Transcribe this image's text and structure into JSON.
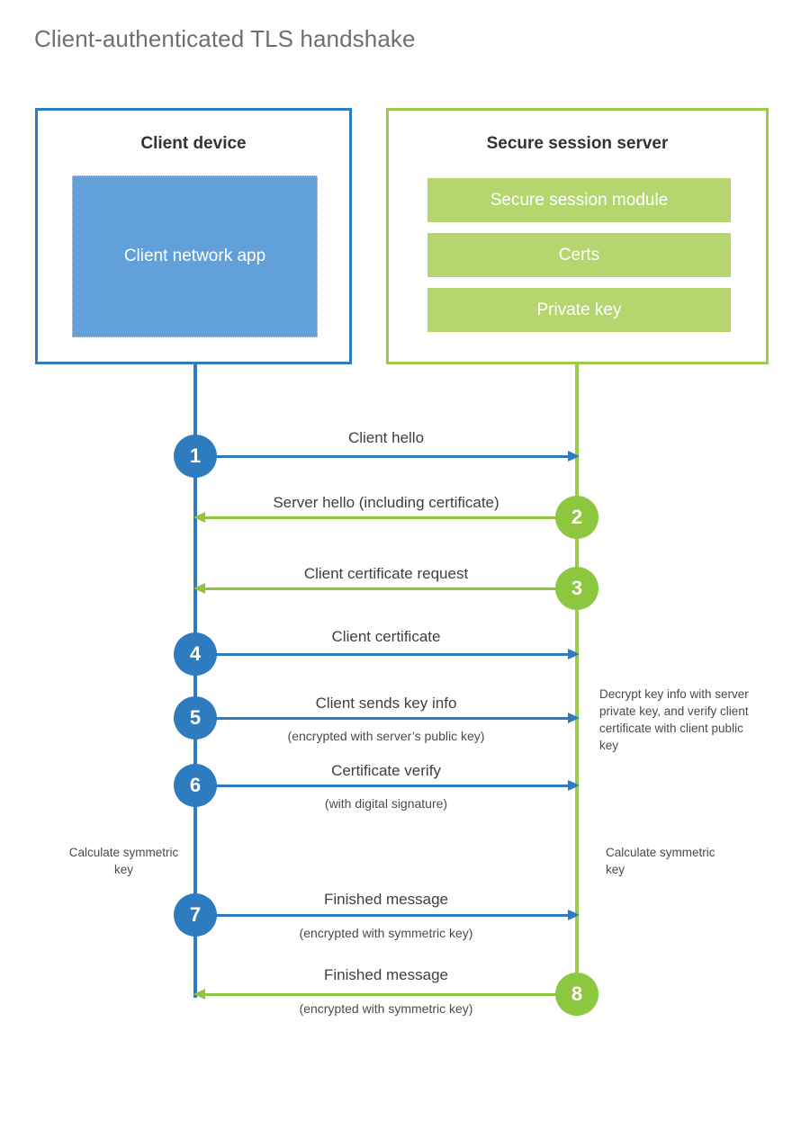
{
  "diagram": {
    "title": "Client-authenticated TLS handshake",
    "type": "sequence-diagram"
  },
  "colors": {
    "client_blue": "#2E7CBF",
    "client_app_fill": "#61A0D8",
    "server_green": "#9CCB4B",
    "server_arrow_green": "#8DC63F",
    "module_fill": "#B5D66F",
    "title_gray": "#6F6F6F",
    "text_dark": "#3C3C3C",
    "background": "#FFFFFF"
  },
  "parties": {
    "client": {
      "title": "Client device",
      "app_label": "Client network app"
    },
    "server": {
      "title": "Secure session server",
      "modules": [
        {
          "label": "Secure session module"
        },
        {
          "label": "Certs"
        },
        {
          "label": "Private key"
        }
      ]
    }
  },
  "steps": [
    {
      "number": "1",
      "label": "Client hello",
      "sublabel": "",
      "direction": "client-to-server",
      "color": "blue"
    },
    {
      "number": "2",
      "label": "Server hello (including certificate)",
      "sublabel": "",
      "direction": "server-to-client",
      "color": "green"
    },
    {
      "number": "3",
      "label": "Client certificate request",
      "sublabel": "",
      "direction": "server-to-client",
      "color": "green"
    },
    {
      "number": "4",
      "label": "Client certificate",
      "sublabel": "",
      "direction": "client-to-server",
      "color": "blue"
    },
    {
      "number": "5",
      "label": "Client sends key info",
      "sublabel": "(encrypted with server’s public key)",
      "direction": "client-to-server",
      "color": "blue"
    },
    {
      "number": "6",
      "label": "Certificate verify",
      "sublabel": "(with digital signature)",
      "direction": "client-to-server",
      "color": "blue"
    },
    {
      "number": "7",
      "label": "Finished message",
      "sublabel": "(encrypted with symmetric key)",
      "direction": "client-to-server",
      "color": "blue"
    },
    {
      "number": "8",
      "label": "Finished message",
      "sublabel": "(encrypted with symmetric key)",
      "direction": "server-to-client",
      "color": "green"
    }
  ],
  "annotations": {
    "server_decrypt_note": "Decrypt key info with server private key, and verify client certificate with client public key",
    "client_calculate_note": "Calculate symmetric key",
    "server_calculate_note": "Calculate symmetric key"
  }
}
